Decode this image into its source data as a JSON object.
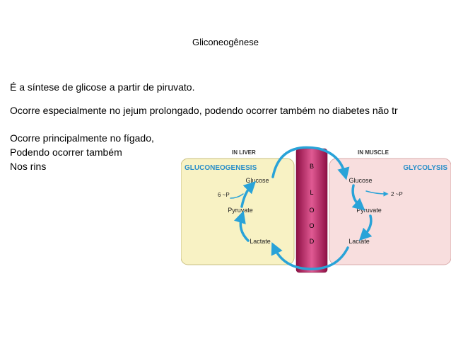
{
  "slide": {
    "title": "Gliconeogênese",
    "line1": "É a síntese de glicose a partir de piruvato.",
    "line2": "Ocorre especialmente no jejum prolongado, podendo ocorrer também no diabetes não tr",
    "line3": "Ocorre principalmente no fígado,",
    "line4": "Podendo ocorrer também",
    "line5": "Nos rins"
  },
  "diagram": {
    "liver_header": "IN LIVER",
    "muscle_header": "IN MUSCLE",
    "liver_pathway": "GLUCONEOGENESIS",
    "muscle_pathway": "GLYCOLYSIS",
    "liver": {
      "glucose": "Glucose",
      "pyruvate": "Pyruvate",
      "lactate": "Lactate",
      "energy": "6 ~P"
    },
    "muscle": {
      "glucose": "Glucose",
      "pyruvate": "Pyruvate",
      "lactate": "Lactate",
      "energy": "2 ~P"
    },
    "blood_letters": [
      "B",
      "L",
      "O",
      "O",
      "D"
    ],
    "colors": {
      "liver_bg": "#f8f2c4",
      "muscle_bg": "#f8dede",
      "blood": "#c2185b",
      "arrow": "#29a3d8",
      "header_text": "#333333",
      "pathway_text": "#2a8fc9"
    }
  }
}
